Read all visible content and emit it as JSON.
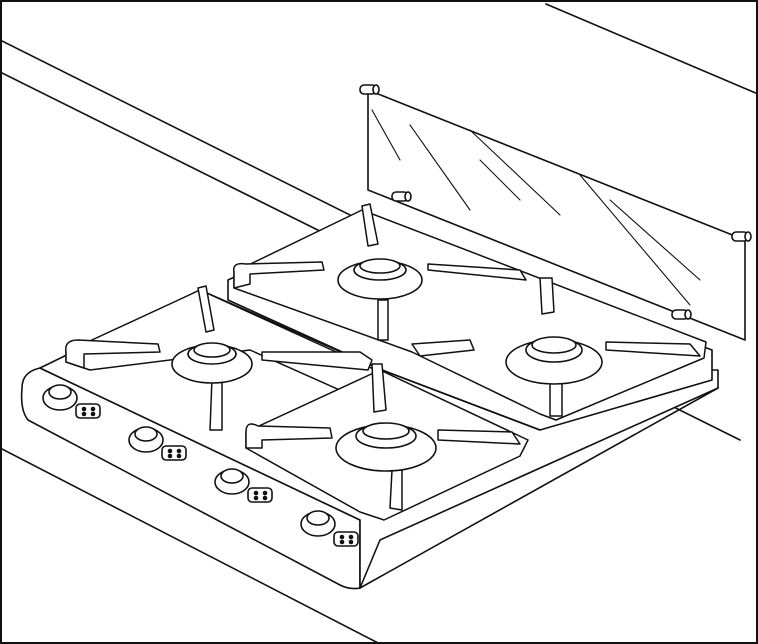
{
  "figure": {
    "subject": "gas-hob-with-glass-splashback",
    "colors": {
      "line": "#111111",
      "background": "#ffffff"
    },
    "burners": [
      {
        "id": "rear-left",
        "size": "medium"
      },
      {
        "id": "front-left",
        "size": "medium"
      },
      {
        "id": "rear-right",
        "size": "medium"
      },
      {
        "id": "front-right",
        "size": "large"
      },
      {
        "id": "front-center",
        "size": "large"
      }
    ],
    "knobs": [
      {
        "id": "knob-1"
      },
      {
        "id": "knob-2"
      },
      {
        "id": "knob-3"
      },
      {
        "id": "knob-4"
      }
    ],
    "icons": [
      "knob-icon",
      "burner-indicator-icon",
      "glass-panel",
      "support-bolt-icon"
    ]
  }
}
